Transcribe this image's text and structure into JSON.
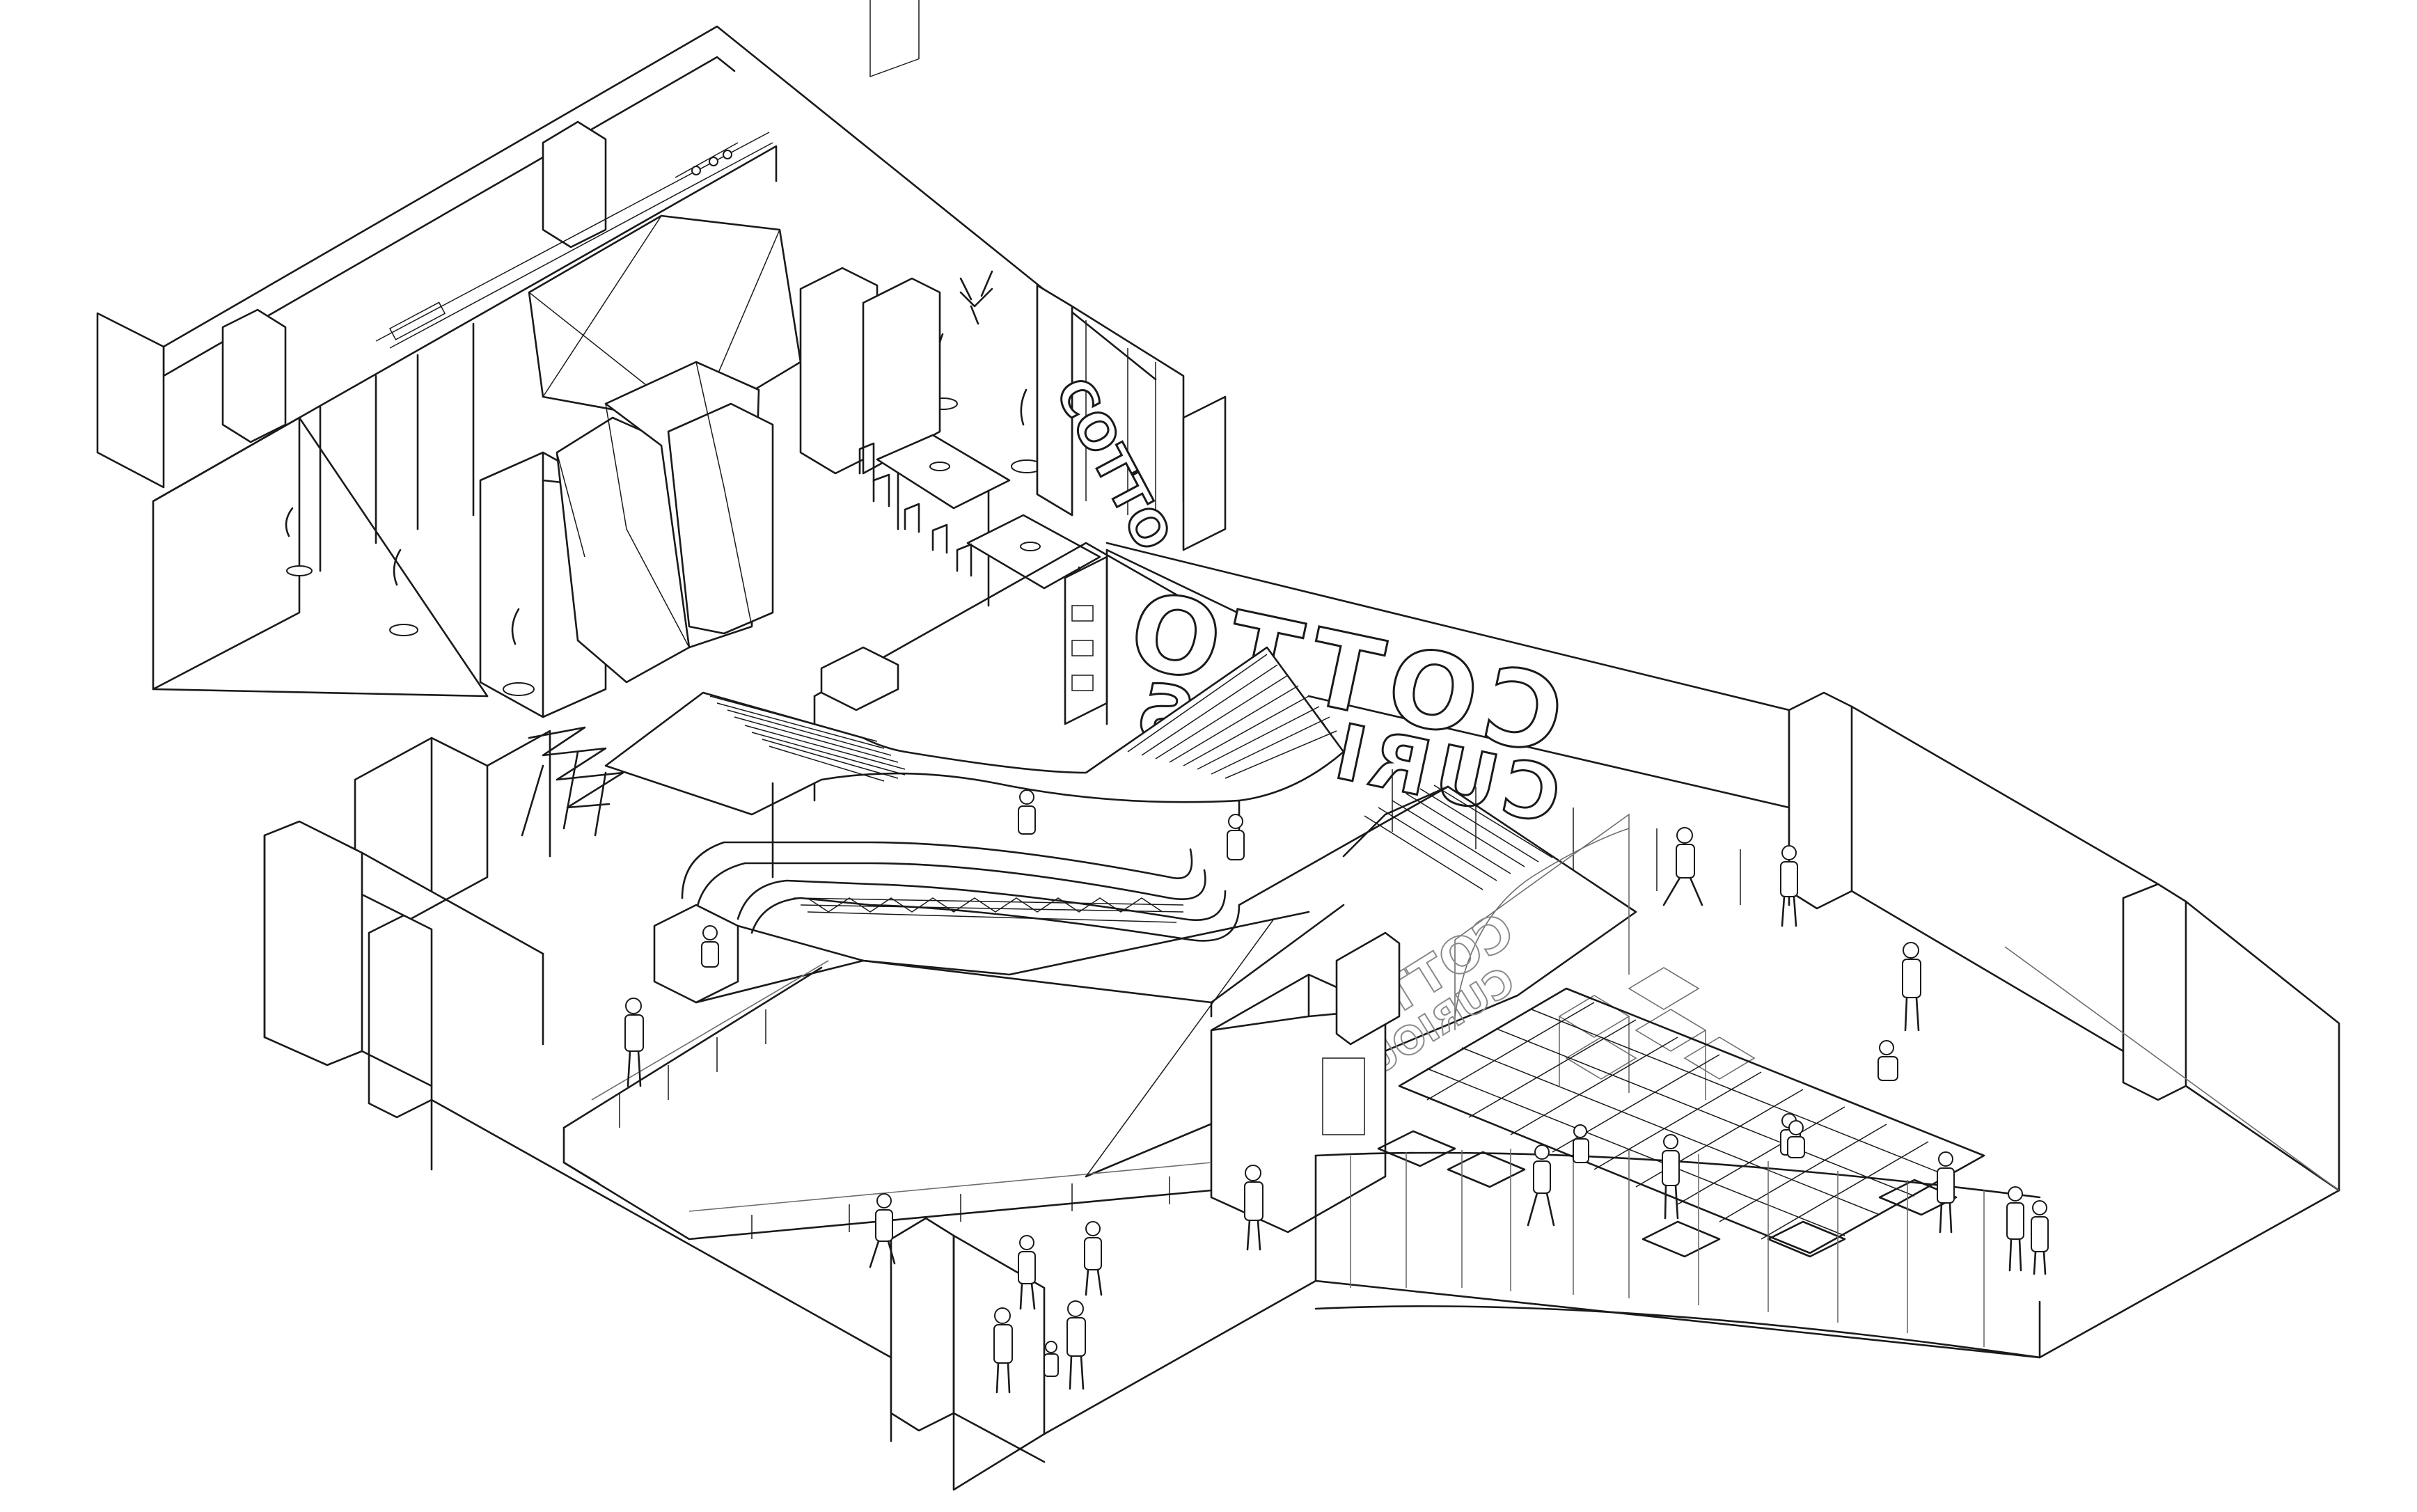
{
  "signage": {
    "main_top": "COTTO",
    "main_bottom": "CURIOUS",
    "vertical_panel": "COTTO",
    "glass_top": "COTTO",
    "glass_bottom": "CURIOUS"
  },
  "palette": {
    "line": "#1a1a1a",
    "thin_line": "#6d6d6d",
    "background": "#ffffff"
  }
}
